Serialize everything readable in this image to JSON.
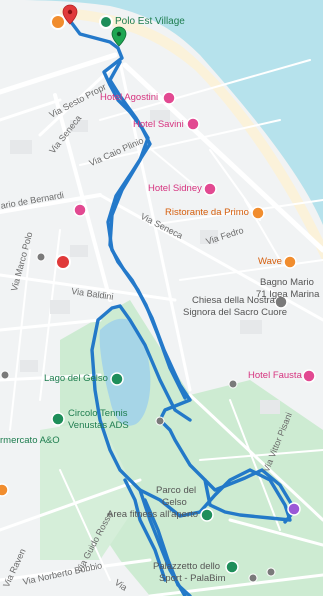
{
  "map": {
    "colors": {
      "sea": "#b6e2ec",
      "beach": "#fbf2da",
      "land": "#f1f3f4",
      "park": "#cdebd2",
      "lake": "#a6d5e7",
      "road": "#ffffff",
      "route": "#1a73c8",
      "pin_pink": "#e24991",
      "pin_orange": "#f18d2e",
      "pin_green": "#1e8e5a",
      "pin_gray": "#7a7a7a",
      "pin_red": "#e03a3a",
      "pin_purple": "#9b59d6"
    }
  },
  "labels": {
    "polo_est": "Polo Est Village",
    "via_sesto": "Via Sesto Propr",
    "via_seneca_1": "Via Seneca",
    "via_caio_plinio": "Via Caio Plinio",
    "hotel_agostini": "Hotel Agostini",
    "hotel_savini": "Hotel Savini",
    "hotel_sidney": "Hotel Sidney",
    "mario_de_bernardi": "ario de Bernardi",
    "via_marco_polo": "Via Marco Polo",
    "ristorante": "Ristorante da Primo",
    "via_seneca_2": "Via Seneca",
    "via_fedro": "Via Fedro",
    "wave": "Wave",
    "bagno_mario_1": "Bagno Mario",
    "bagno_mario_2": "71 Igea Marina",
    "via_baldini": "Via Baldini",
    "chiesa_1": "Chiesa della Nostra",
    "chiesa_2": "Signora del Sacro Cuore",
    "hotel_fausta": "Hotel Fausta",
    "lago": "Lago del Gelso",
    "circolo_1": "Circolo Tennis",
    "circolo_2": "Venustas ADS",
    "supermercato": "rmercato A&O",
    "via_vittor_pisani": "Via Vittor Pisani",
    "parco_1": "Parco del",
    "parco_2": "Gelso",
    "area_fitness": "Area fitness all'aperto",
    "via_guido_rossa": "Via Guido Rossa",
    "via_norberto": "Via Norberto Bobbio",
    "via_raven": "Via Raven",
    "palazzetto_1": "Palazzetto dello",
    "palazzetto_2": "Sport - PalaBim",
    "via_bottom": "Via"
  },
  "icons": {
    "restaurant": "restaurant-icon",
    "hotel": "hotel-bed-icon",
    "place": "place-dot-icon",
    "church": "cross-icon",
    "start_marker": "red-pin-icon",
    "end_marker": "green-pin-icon"
  }
}
